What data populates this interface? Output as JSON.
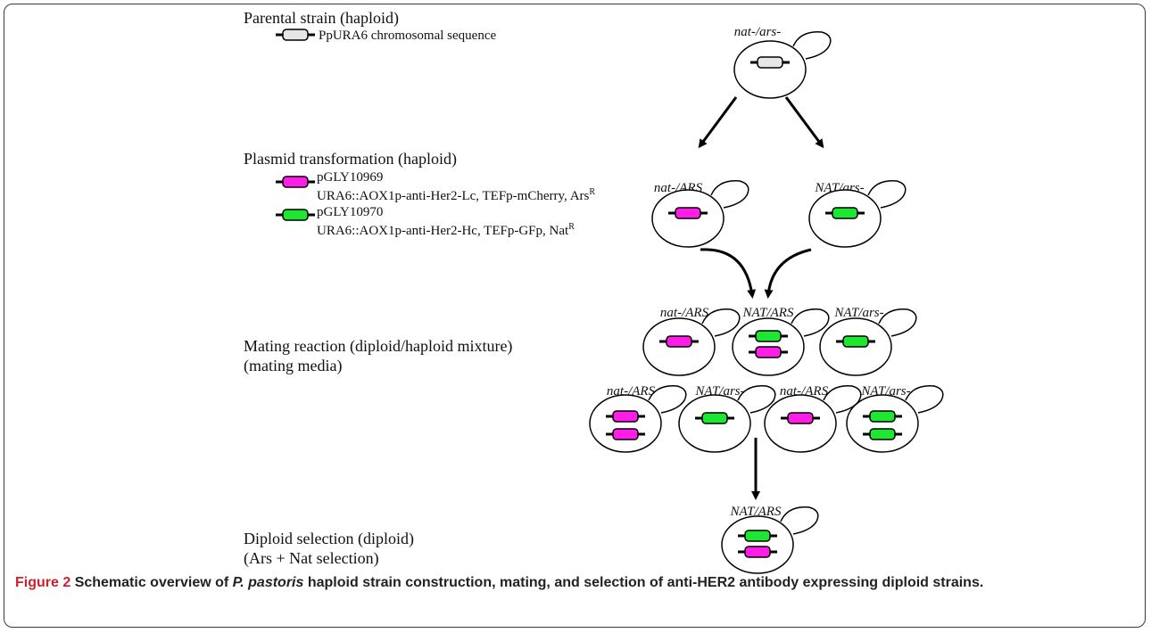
{
  "stages": {
    "parental": "Parental strain (haploid)",
    "transformation": "Plasmid transformation (haploid)",
    "mating_line1": "Mating reaction (diploid/haploid mixture)",
    "mating_line2": "(mating media)",
    "selection_line1": "Diploid selection (diploid)",
    "selection_line2": "(Ars + Nat selection)"
  },
  "legend": {
    "chromosomal": "PpURA6 chromosomal sequence",
    "plasmid_lc_name": "pGLY10969",
    "plasmid_lc_desc": "URA6::AOX1p-anti-Her2-Lc, TEFp-mCherry, Ars",
    "plasmid_lc_sup": "R",
    "plasmid_hc_name": "pGLY10970",
    "plasmid_hc_desc": "URA6::AOX1p-anti-Her2-Hc, TEFp-GFp, Nat",
    "plasmid_hc_sup": "R"
  },
  "genotypes": {
    "parent": "nat-/ars-",
    "t_left": "nat-/ARS",
    "t_right": "NAT/ars-",
    "m1": "nat-/ARS",
    "m2": "NAT/ARS",
    "m3": "NAT/ars-",
    "r1": "nat-/ARS",
    "r2": "NAT/ars-",
    "r3": "nat-/ARS",
    "r4": "NAT/ars-",
    "final": "NAT/ARS"
  },
  "colors": {
    "gray_gene": "#e6e6e6",
    "magenta_gene": "#ff1ee6",
    "green_gene": "#1ee632",
    "caption_label": "#c8232c"
  },
  "caption": {
    "label": "Figure 2",
    "text_before": "Schematic overview of",
    "species": "P. pastoris",
    "text_after": "haploid strain construction, mating, and selection of anti-HER2 antibody expressing diploid strains."
  }
}
